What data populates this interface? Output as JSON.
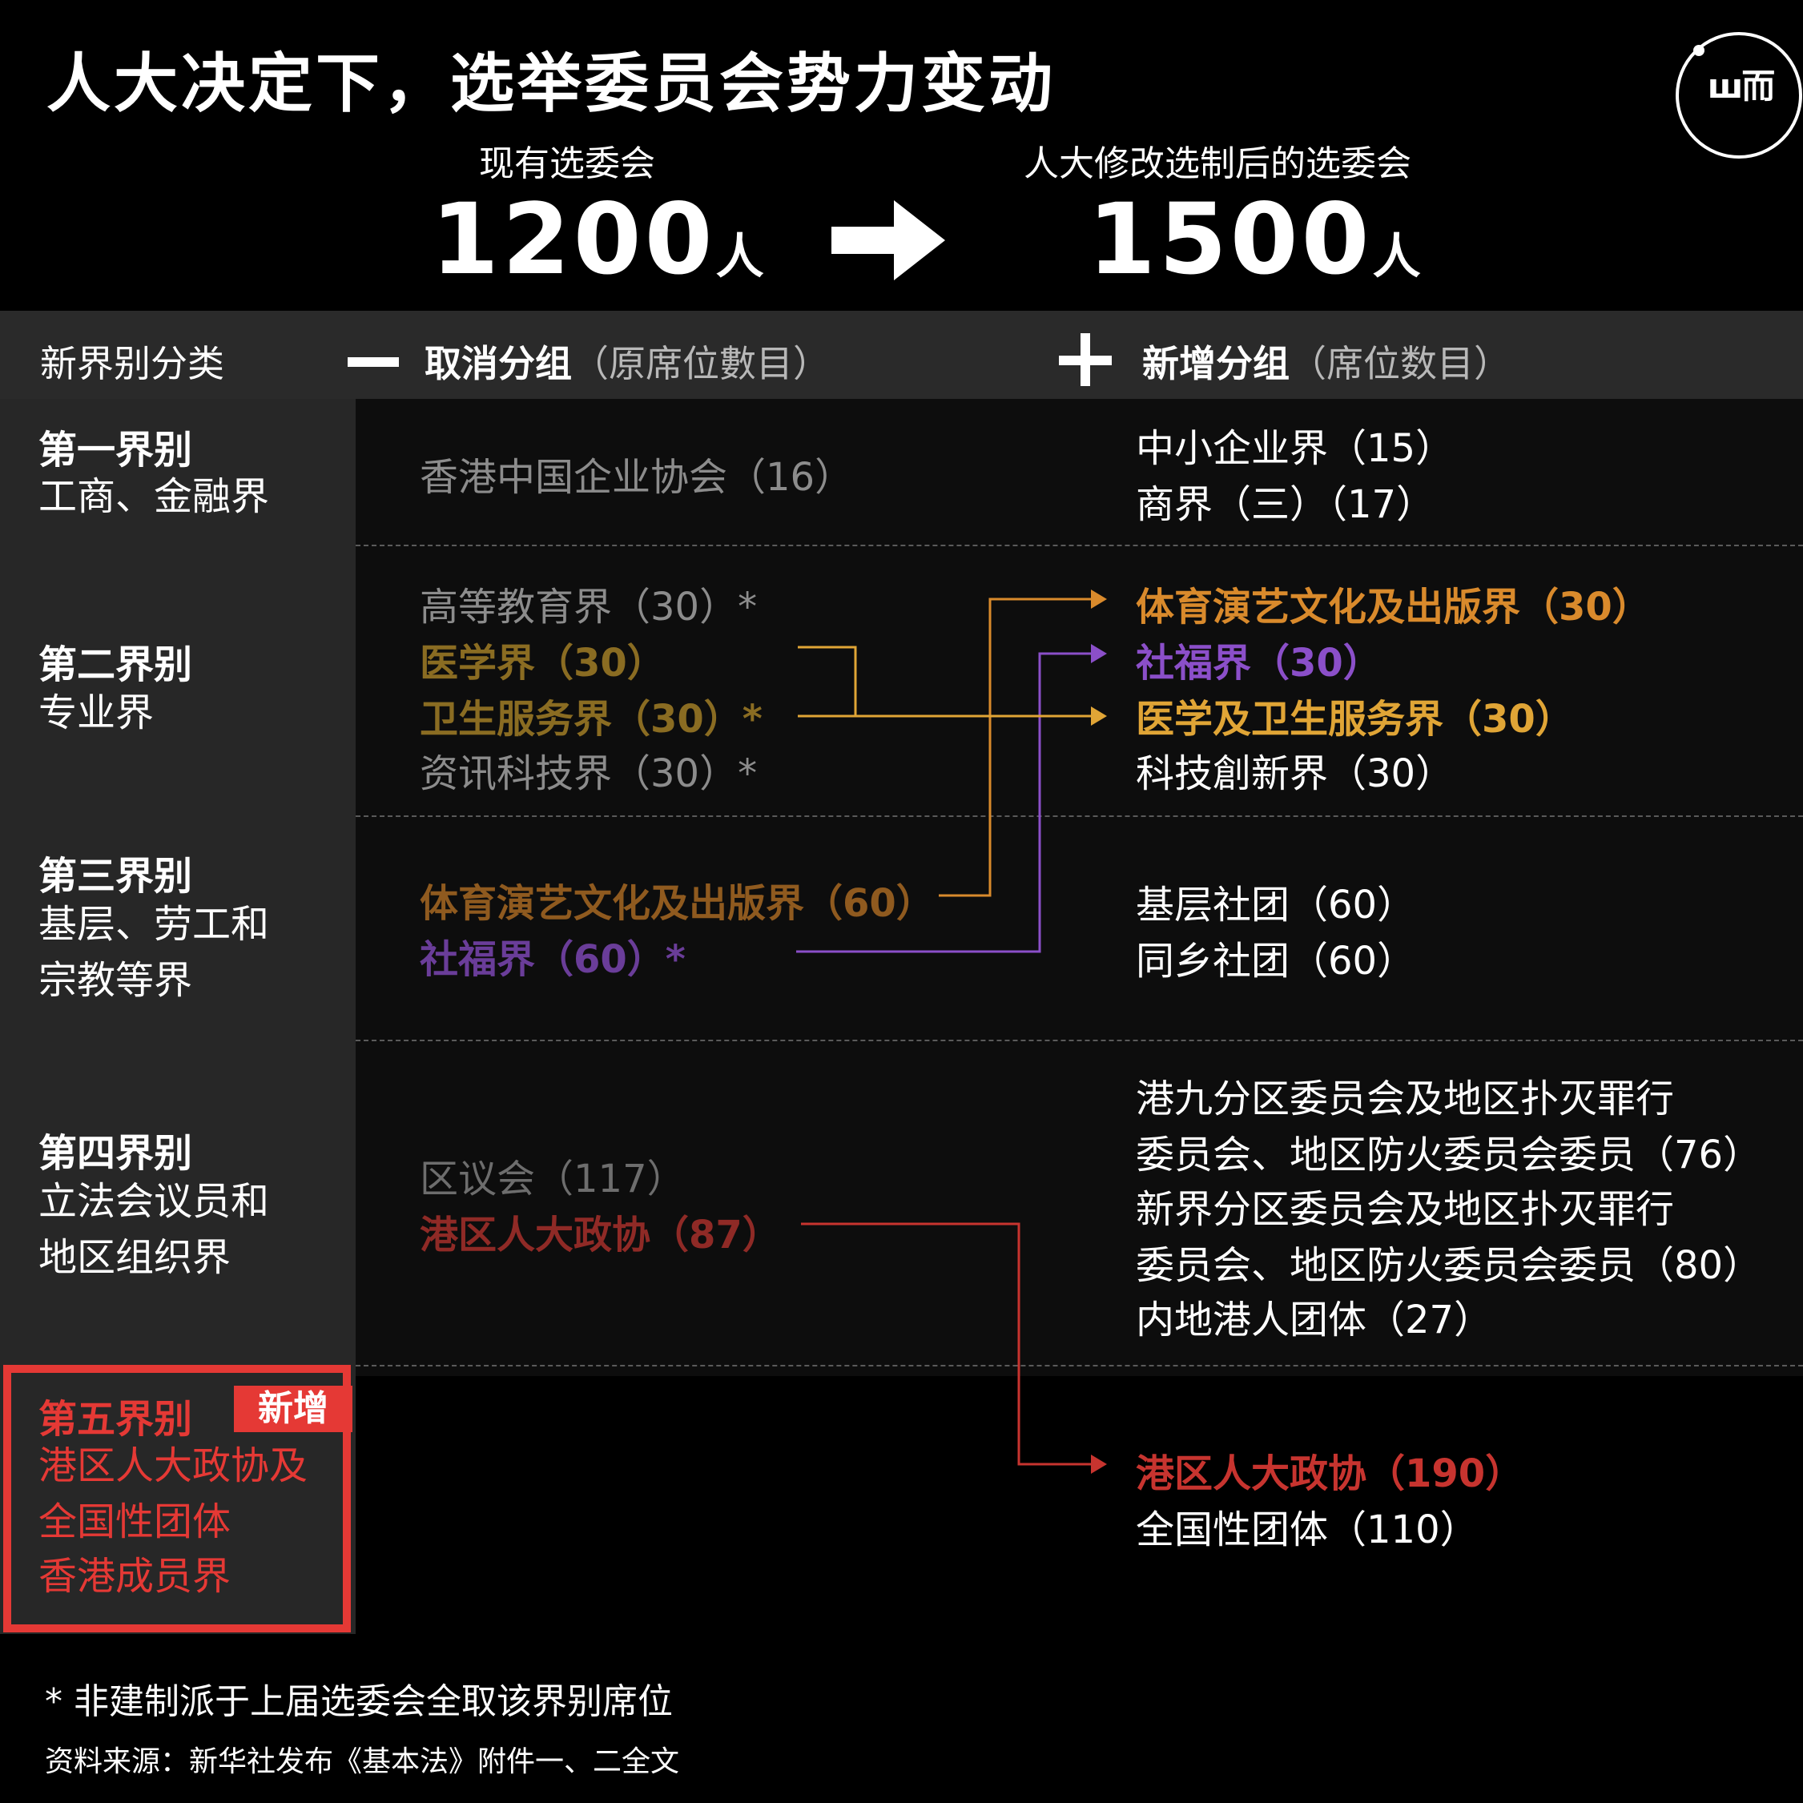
{
  "title": "人大决定下，选举委员会势力变动",
  "logo": {
    "text": "ш而",
    "icon": "initium-logo-icon"
  },
  "summary": {
    "current_label": "现有选委会",
    "current_value": "1200",
    "unit": "人",
    "new_label": "人大修改选制后的选委会",
    "new_value": "1500",
    "arrow_icon": "right-arrow-icon"
  },
  "header": {
    "category": "新界别分类",
    "removed_label": "取消分组",
    "removed_paren": "（原席位數目）",
    "added_label": "新增分组",
    "added_paren": "（席位数目）"
  },
  "colors": {
    "accent_red": "#e53935",
    "orange": "#d98a2c",
    "purple": "#8b4fc9",
    "gold": "#e0a536",
    "crimson": "#c7342f"
  },
  "sectors": [
    {
      "title": "第一界别",
      "desc": [
        "工商、金融界"
      ],
      "removed": [
        {
          "text": "香港中国企业协会（16）"
        }
      ],
      "added": [
        {
          "text": "中小企业界（15）"
        },
        {
          "text": "商界（三）（17）"
        }
      ]
    },
    {
      "title": "第二界别",
      "desc": [
        "专业界"
      ],
      "removed": [
        {
          "text": "高等教育界（30）*"
        },
        {
          "text": "医学界（30）"
        },
        {
          "text": "卫生服务界（30）*"
        },
        {
          "text": "资讯科技界（30）*"
        }
      ],
      "added": [
        {
          "text": "体育演艺文化及出版界（30）"
        },
        {
          "text": "社福界（30）"
        },
        {
          "text": "医学及卫生服务界（30）"
        },
        {
          "text": "科技創新界（30）"
        }
      ]
    },
    {
      "title": "第三界别",
      "desc": [
        "基层、劳工和",
        "宗教等界"
      ],
      "removed": [
        {
          "text": "体育演艺文化及出版界（60）"
        },
        {
          "text": "社福界（60）*"
        }
      ],
      "added": [
        {
          "text": "基层社团（60）"
        },
        {
          "text": "同乡社团（60）"
        }
      ]
    },
    {
      "title": "第四界别",
      "desc": [
        "立法会议员和",
        "地区组织界"
      ],
      "removed": [
        {
          "text": "区议会（117）"
        },
        {
          "text": "港区人大政协（87）"
        }
      ],
      "added": [
        {
          "text": "港九分区委员会及地区扑灭罪行"
        },
        {
          "text": "委员会、地区防火委员会委员（76）"
        },
        {
          "text": "新界分区委员会及地区扑灭罪行"
        },
        {
          "text": "委员会、地区防火委员会委员（80）"
        },
        {
          "text": "内地港人团体（27）"
        }
      ]
    },
    {
      "title": "第五界别",
      "badge": "新增",
      "desc": [
        "港区人大政协及",
        "全国性团体",
        "香港成员界"
      ],
      "removed": [],
      "added": [
        {
          "text": "港区人大政协（190）"
        },
        {
          "text": "全国性团体（110）"
        }
      ]
    }
  ],
  "footnote": "* 非建制派于上届选委会全取该界别席位",
  "source": "资料来源：新华社发布《基本法》附件一、二全文"
}
